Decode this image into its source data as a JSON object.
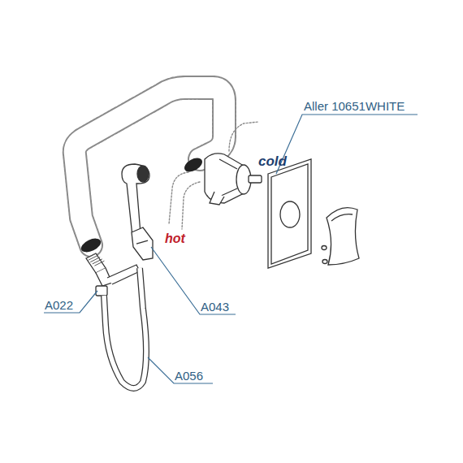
{
  "diagram": {
    "labels": [
      "Aller 10651WHITE",
      "cold",
      "hot",
      "A022",
      "A043",
      "A056"
    ]
  }
}
